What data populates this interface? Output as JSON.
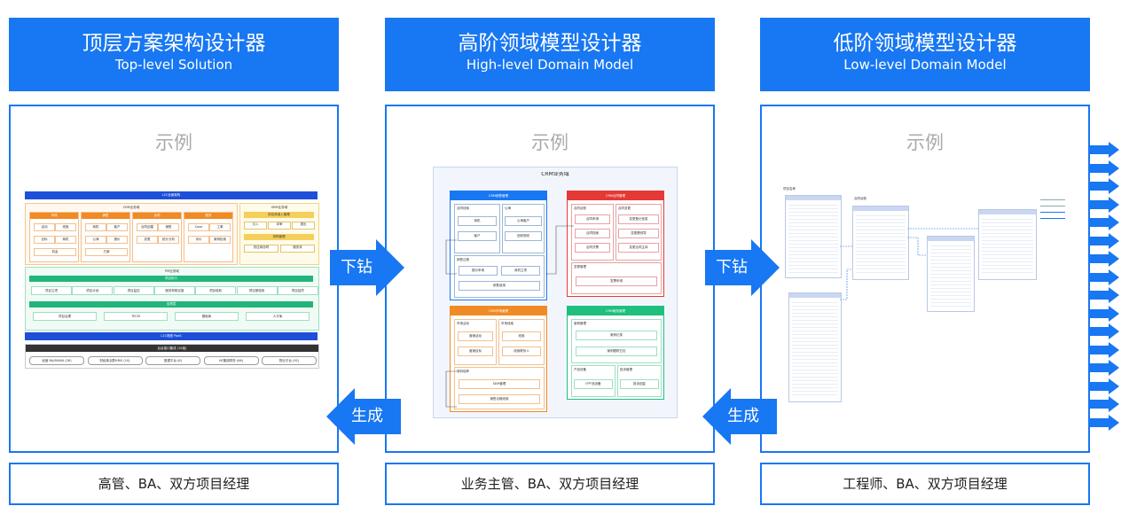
{
  "columns": [
    {
      "title_zh": "顶层方案架构设计器",
      "title_en": "Top-level Solution",
      "example": "示例",
      "audience": "高管、BA、双方项目经理"
    },
    {
      "title_zh": "高阶领域模型设计器",
      "title_en": "High-level Domain Model",
      "example": "示例",
      "audience": "业务主管、BA、双方项目经理"
    },
    {
      "title_zh": "低阶领域模型设计器",
      "title_en": "Low-level Domain Model",
      "example": "示例",
      "audience": "工程师、BA、双方项目经理"
    }
  ],
  "arrows": {
    "drill_down": "下钻",
    "generate": "生成"
  },
  "colors": {
    "primary": "#1877f2",
    "orange": "#f08a24",
    "red": "#e53935",
    "green": "#1fbf7e",
    "navy": "#1d4fd8",
    "dark": "#333333"
  },
  "crm": {
    "title": "CRM业务域",
    "sales": {
      "title": "CRM销售管理",
      "g1": "合同线索",
      "g2": "公海",
      "items": [
        "商机",
        "公海客户",
        "客户",
        "回收规则"
      ],
      "g3": "销售过程",
      "items2": [
        "报价申请",
        "商机立项",
        "销售费用"
      ]
    },
    "contract": {
      "title": "CRM合同管理",
      "g1": "合同台账",
      "g2": "合同变更",
      "items": [
        "合同申请",
        "变更登记信息",
        "合同档案",
        "变更履领导",
        "合同开票",
        "变更合同主体"
      ],
      "g3": "变更管理",
      "item3": "发票申请"
    },
    "market": {
      "title": "CRM市场管理",
      "g1": "市场活动",
      "g2": "市场线索",
      "items": [
        "营销活动",
        "线索",
        "营销目标",
        "线索联系人"
      ],
      "g3": "商机培养",
      "items2": [
        "SEM管理",
        "销售合格线索"
      ]
    },
    "service": {
      "title": "CRM服务管理",
      "g1": "案例管理",
      "items": [
        "案例记录",
        "案例跟踪日志"
      ],
      "g2": "产品设备",
      "g3": "投诉管理",
      "items2": [
        "IP产品设备",
        "投诉回复"
      ]
    }
  },
  "top": {
    "l1": "L2C全景架构",
    "crm": "CRM业务域",
    "srm": "SRM业务域",
    "crm_boxes": [
      {
        "title": "市场",
        "items": [
          "活动",
          "线索",
          "目标",
          "商机",
          "机会"
        ]
      },
      {
        "title": "销售",
        "items": [
          "商机",
          "客户",
          "公海",
          "报价",
          "方案"
        ]
      },
      {
        "title": "合同",
        "items": [
          "合同创建",
          "销售",
          "变更",
          "统计分析"
        ]
      },
      {
        "title": "服务",
        "items": [
          "Case",
          "工单",
          "评价",
          "案例检索"
        ]
      }
    ],
    "srm_top": "供应商准入管理",
    "srm_row1": [
      "引入",
      "评审",
      "退出"
    ],
    "srm_mid": "采购管理",
    "srm_row2": [
      "供应商协同",
      "服务采"
    ],
    "pm": "PM业务域",
    "pm_bar1": "项目执行",
    "pm_steps": [
      "项目立项",
      "项目计划",
      "项目监控",
      "服务构筑实施",
      "项目验收",
      "项目报验收",
      "项目结项"
    ],
    "pm_bar2": "支撑层",
    "pm_row2": [
      "项目治理",
      "TECM",
      "基础库",
      "人才库"
    ],
    "ltc": "L2C底座 PaaS",
    "infra": "后台接口集成 (10组)",
    "infra_row": [
      "经营 BA/MAMA (26)",
      "财经事业群HRIS (10)",
      "数据平台 (8)",
      "HE集团财务 (66)",
      "物业平台 (92)"
    ]
  },
  "low": {
    "tab1": "项目名称",
    "tab2": "合同台账"
  }
}
